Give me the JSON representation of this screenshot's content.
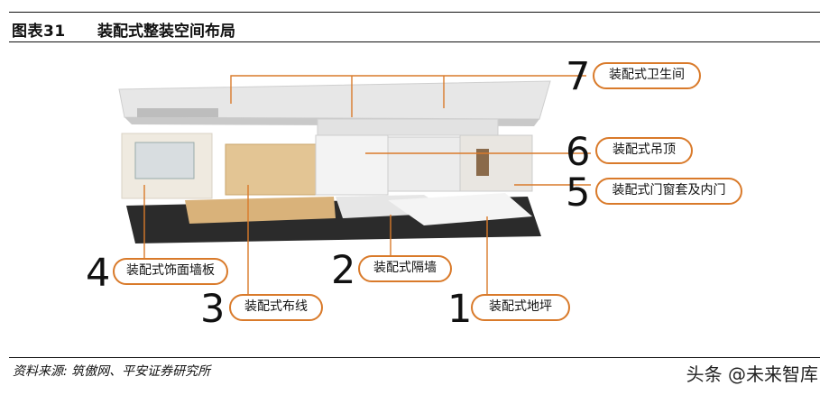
{
  "figure": {
    "number": "图表31",
    "title": "装配式整装空间布局"
  },
  "labels": [
    {
      "num": "7",
      "text": "装配式卫生间"
    },
    {
      "num": "6",
      "text": "装配式吊顶"
    },
    {
      "num": "5",
      "text": "装配式门窗套及内门"
    },
    {
      "num": "4",
      "text": "装配式饰面墙板"
    },
    {
      "num": "3",
      "text": "装配式布线"
    },
    {
      "num": "2",
      "text": "装配式隔墙"
    },
    {
      "num": "1",
      "text": "装配式地坪"
    }
  ],
  "footer": {
    "source": "资料来源: 筑傲网、平安证券研究所",
    "watermark": "头条 @未来智库"
  },
  "colors": {
    "pill_border": "#d97a2a",
    "leader_line": "#d97a2a",
    "floor_dark": "#2b2b2b",
    "wood_panel": "#d9b27a",
    "ceiling": "#e9e9e9"
  }
}
